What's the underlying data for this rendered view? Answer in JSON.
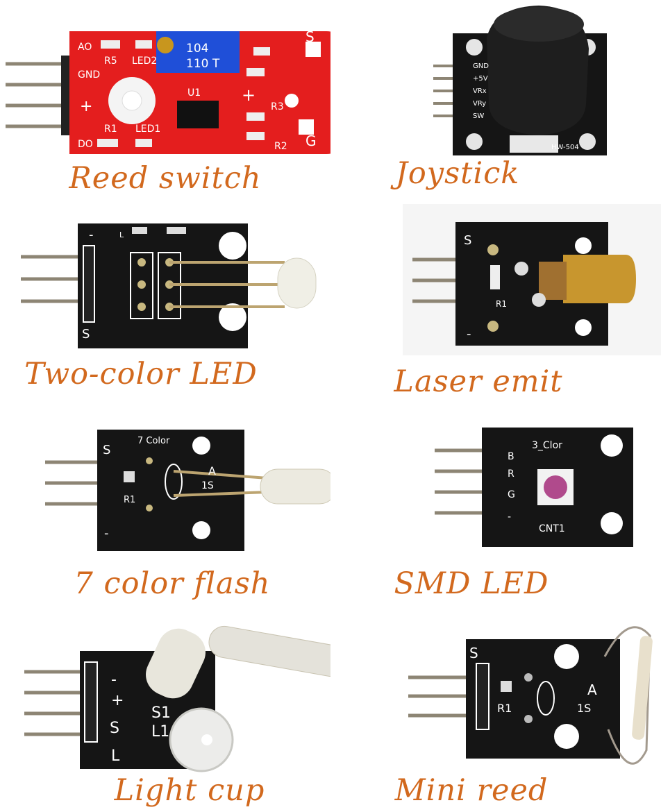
{
  "modules": [
    {
      "caption": "Reed switch",
      "board_color": "#e41e1e",
      "silkscreen": [
        "AO",
        "GND",
        "+",
        "DO",
        "R5",
        "LED2",
        "U1",
        "R1",
        "LED1",
        "R3",
        "R2",
        "S",
        "G",
        "+",
        "104",
        "110 T"
      ]
    },
    {
      "caption": "Joystick",
      "board_color": "#151515",
      "silkscreen": [
        "GND",
        "+5V",
        "VRx",
        "VRy",
        "SW",
        "HW-504"
      ]
    },
    {
      "caption": "Two-color LED",
      "board_color": "#151515",
      "silkscreen": [
        "L",
        "S",
        "-"
      ]
    },
    {
      "caption": "Laser emit",
      "board_color": "#151515",
      "silkscreen": [
        "S",
        "R1",
        "-"
      ]
    },
    {
      "caption": "7 color flash",
      "board_color": "#151515",
      "silkscreen": [
        "7 Color",
        "S",
        "R1",
        "-",
        "A",
        "1S"
      ]
    },
    {
      "caption": "SMD LED",
      "board_color": "#151515",
      "silkscreen": [
        "3_Clor",
        "B",
        "R",
        "G",
        "-",
        "CNT1"
      ]
    },
    {
      "caption": "Light cup",
      "board_color": "#151515",
      "silkscreen": [
        "-",
        "+",
        "S",
        "S1",
        "L1",
        "L"
      ]
    },
    {
      "caption": "Mini reed",
      "board_color": "#151515",
      "silkscreen": [
        "S",
        "R1",
        "A",
        "1S"
      ]
    }
  ],
  "colors": {
    "caption": "#d2691e",
    "pcb_red": "#e41e1e",
    "pcb_black": "#151515",
    "pin_metal": "#9a8e7a",
    "potentiometer": "#1f4fd8"
  }
}
